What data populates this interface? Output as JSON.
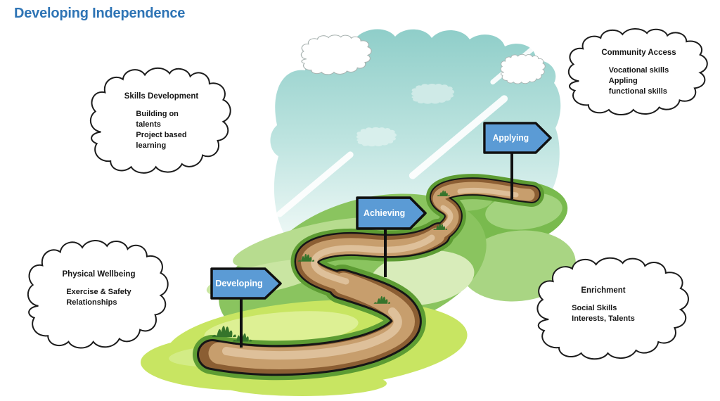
{
  "slide": {
    "title": "Developing Independence"
  },
  "milestones": [
    {
      "label": "Developing"
    },
    {
      "label": "Achieving"
    },
    {
      "label": "Applying"
    }
  ],
  "clouds": [
    {
      "title": "Skills Development",
      "lines": [
        "Building on",
        "talents",
        "Project based",
        "learning"
      ]
    },
    {
      "title": "Community Access",
      "lines": [
        "Vocational skills",
        "Appling",
        "functional skills"
      ]
    },
    {
      "title": "Physical Wellbeing",
      "lines": [
        "Exercise & Safety",
        "Relationships"
      ]
    },
    {
      "title": "Enrichment",
      "lines": [
        "Social Skills",
        "Interests, Talents"
      ]
    }
  ],
  "colors": {
    "title_text": "#2E74B5",
    "sign_fill": "#5B9BD5",
    "sign_border": "#101010",
    "sign_text": "#FFFFFF",
    "cloud_fill": "#FFFFFF",
    "cloud_outline": "#1C1C1C",
    "sky_teal": "#92D0CB",
    "hill_green": "#8AC45F",
    "hill_yellow_green": "#C8E562",
    "road_tan": "#C79E6D",
    "road_dark": "#8B5E33"
  }
}
